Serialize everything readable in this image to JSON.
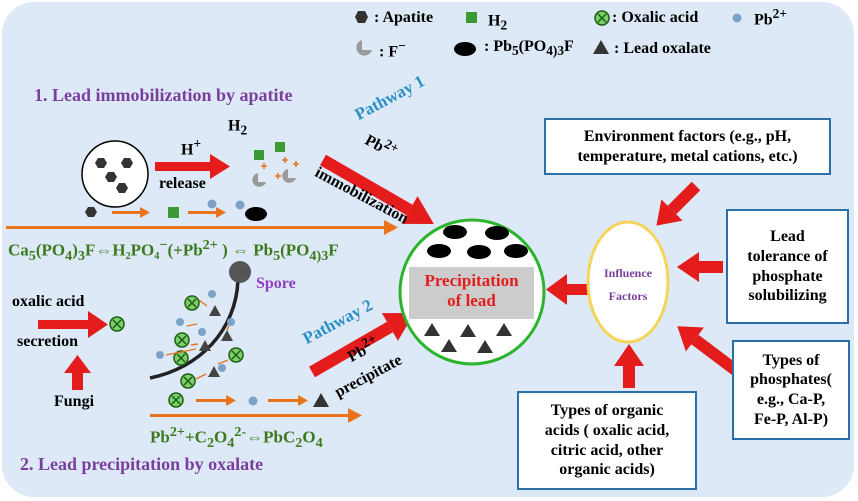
{
  "legend": {
    "apatite": ": Apatite",
    "h2po4": "H",
    "h2po4_sub": "2",
    "h2po4_sup": "",
    "oxalic_acid": ": Oxalic acid",
    "pb": "Pb",
    "pb_sup": "2+",
    "fluoride": ":  F",
    "fluoride_sup": "−",
    "pb5_a": ":  Pb",
    "pb5_b": "5",
    "pb5_c": "(PO",
    "pb5_d": "4)3",
    "pb5_e": "F",
    "lead_oxalate": ":   Lead oxalate"
  },
  "sections": {
    "s1": "1. Lead immobilization by apatite",
    "s2": "2. Lead precipitation by oxalate"
  },
  "pathway1": {
    "h": "H",
    "h_sup": "+",
    "release": "release",
    "h2po4": "H",
    "h2po4_sub": "2",
    "h2po4_sup": "",
    "eq_a": "Ca",
    "eq_b": "5",
    "eq_c": "(PO",
    "eq_d": "4",
    "eq_e": ")",
    "eq_f": "3",
    "eq_g": "F⇔H₂PO₄",
    "eq_h": "−",
    "eq_i": "(+Pb",
    "eq_j": "2+",
    "eq_k": " ) ⇔ Pb",
    "eq_l": "5",
    "eq_m": "(PO",
    "eq_n": "4)3",
    "eq_o": "F",
    "pathway_label": "Pathway 1",
    "pb": "Pb",
    "pb_sup": "2+",
    "immobilization": "immobilization"
  },
  "pathway2": {
    "oxalic_acid": "oxalic acid",
    "secretion": "secretion",
    "fungi": "Fungi",
    "spore": "Spore",
    "eq_a": "Pb",
    "eq_b": "2+",
    "eq_c": "+C",
    "eq_d": "2",
    "eq_e": "O",
    "eq_f": "4",
    "eq_g": "2-",
    "eq_h": "⇔PbC",
    "eq_i": "2",
    "eq_j": "O",
    "eq_k": "4",
    "pathway_label": "Pathway 2",
    "pb": "Pb",
    "pb_sup": "2+",
    "precipitate": "precipitate"
  },
  "center": {
    "line1": "Precipitation",
    "line2": "of lead"
  },
  "influence": {
    "line1": "Influence",
    "line2": "Factors"
  },
  "factors": {
    "environment": [
      "Environment factors (e.g., pH,",
      "temperature, metal cations, etc.)"
    ],
    "tolerance": [
      "Lead",
      "tolerance of",
      "phosphate",
      "solubilizing"
    ],
    "phosphates": [
      "Types of",
      "phosphates(",
      "e.g., Ca-P,",
      "Fe-P, Al-P)"
    ],
    "organic_acids": [
      "Types of organic",
      "acids ( oxalic acid,",
      "citric acid, other",
      "organic acids)"
    ]
  }
}
